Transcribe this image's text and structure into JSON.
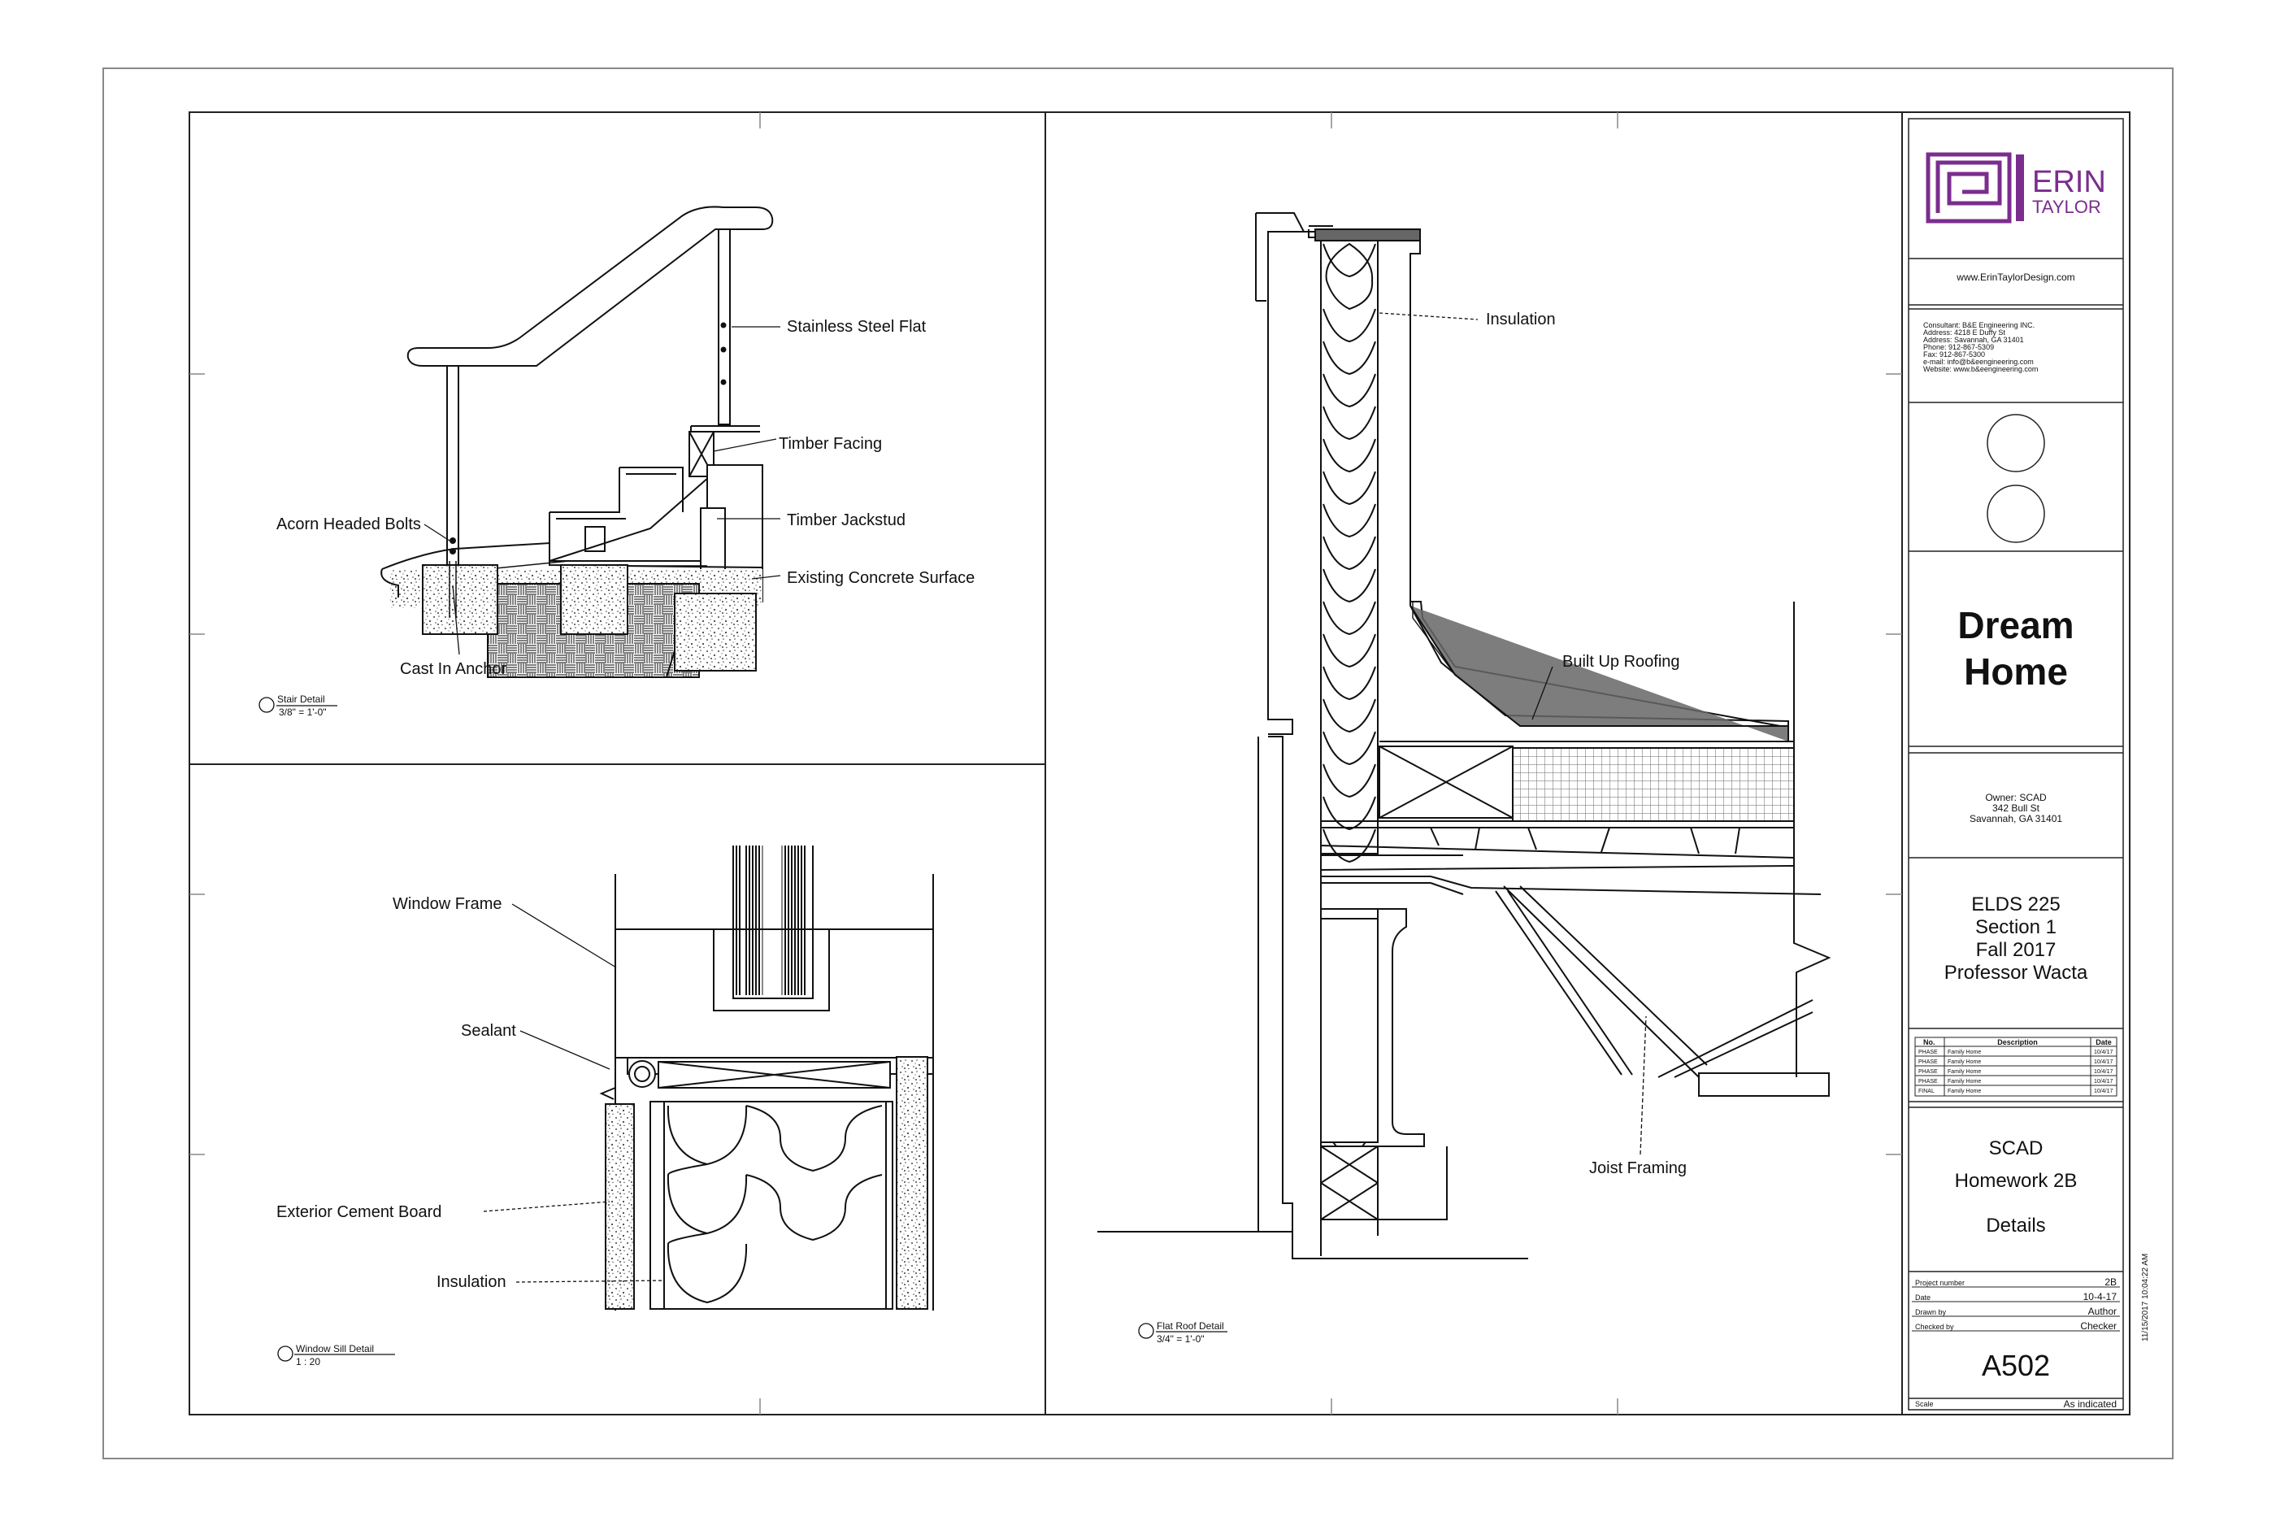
{
  "stair_detail": {
    "callouts": {
      "stainless": "Stainless Steel Flat",
      "timber_facing": "Timber Facing",
      "timber_jackstud": "Timber Jackstud",
      "acorn_bolts": "Acorn Headed Bolts",
      "concrete": "Existing Concrete Surface",
      "anchor": "Cast In Anchor"
    },
    "view_title": "Stair Detail",
    "view_scale": "3/8\" = 1'-0\""
  },
  "window_detail": {
    "callouts": {
      "frame": "Window Frame",
      "sealant": "Sealant",
      "cement_board": "Exterior Cement Board",
      "insulation": "Insulation"
    },
    "view_title": "Window Sill Detail",
    "view_scale": "1 : 20"
  },
  "roof_detail": {
    "callouts": {
      "insulation": "Insulation",
      "roofing": "Built Up Roofing",
      "joist": "Joist Framing"
    },
    "view_title": "Flat Roof Detail",
    "view_scale": "3/4\" = 1'-0\""
  },
  "title_block": {
    "logo": {
      "line1": "ERIN",
      "line2": "TAYLOR",
      "color": "#7b2d8e"
    },
    "website": "www.ErinTaylorDesign.com",
    "consultant": [
      "Consultant: B&E Engineering INC.",
      "Address: 4218 E Duffy St",
      "Address: Savannah, GA 31401",
      "Phone: 912-867-5309",
      "Fax: 912-867-5300",
      "e-mail: info@b&eengineering.com",
      "Website: www.b&eengineering.com"
    ],
    "project_name": [
      "Dream",
      "Home"
    ],
    "owner": [
      "Owner: SCAD",
      "342 Bull St",
      "Savannah, GA 31401"
    ],
    "course": [
      "ELDS 225",
      "Section 1",
      "Fall 2017",
      "Professor Wacta"
    ],
    "revisions": {
      "headers": [
        "No.",
        "Description",
        "Date"
      ],
      "rows": [
        [
          "PHASE",
          "Family Home",
          "10/4/17"
        ],
        [
          "PHASE",
          "Family Home",
          "10/4/17"
        ],
        [
          "PHASE",
          "Family Home",
          "10/4/17"
        ],
        [
          "PHASE",
          "Family Home",
          "10/4/17"
        ],
        [
          "FINAL",
          "Family Home",
          "10/4/17"
        ]
      ]
    },
    "school": "SCAD",
    "assignment": "Homework 2B",
    "sheet_name": "Details",
    "fields": [
      {
        "label": "Project number",
        "value": "2B"
      },
      {
        "label": "Date",
        "value": "10-4-17"
      },
      {
        "label": "Drawn by",
        "value": "Author"
      },
      {
        "label": "Checked by",
        "value": "Checker"
      }
    ],
    "sheet_number": "A502",
    "scale_label": "Scale",
    "scale_value": "As indicated",
    "timestamp": "11/15/2017 10:04:22 AM"
  }
}
